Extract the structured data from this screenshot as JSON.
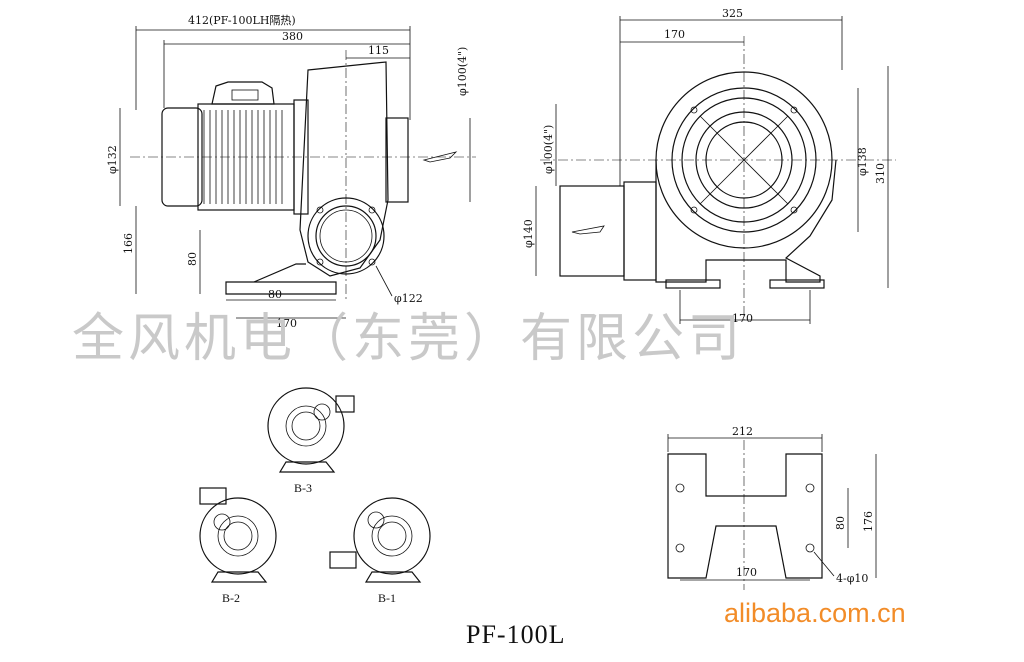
{
  "watermark": "全风机电（东莞）有限公司",
  "title": "PF-100L",
  "brand": "alibaba.com.cn",
  "side_view": {
    "dims": {
      "overall": "412(PF-100LH隔热)",
      "length": "380",
      "inlet_offset": "115",
      "inlet_dia": "φ100(4\")",
      "motor_dia": "φ132",
      "height": "166",
      "shaft_height": "80",
      "base_a": "80",
      "base_b": "170",
      "flange": "φ122"
    }
  },
  "front_view": {
    "dims": {
      "width": "325",
      "half_width": "170",
      "outlet_dia": "φ100(4\")",
      "outlet_h": "φ140",
      "inner_dia": "φ138",
      "height": "310",
      "base": "170"
    }
  },
  "base_plate": {
    "dims": {
      "width": "212",
      "height": "176",
      "hole_v": "80",
      "hole_h": "170",
      "holes": "4-φ10"
    }
  },
  "orientations": [
    "B-3",
    "B-2",
    "B-1"
  ]
}
